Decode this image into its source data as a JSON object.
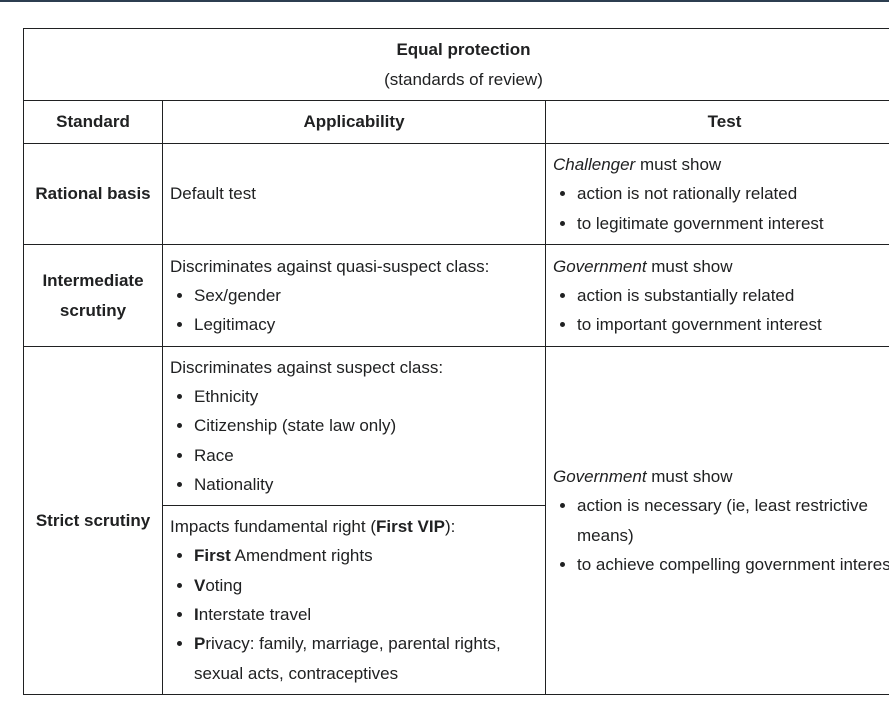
{
  "table": {
    "title": "Equal protection",
    "subtitle": "(standards of review)",
    "headers": [
      "Standard",
      "Applicability",
      "Test"
    ],
    "rows": [
      {
        "standard": "Rational basis",
        "applicability_text": "Default test",
        "test_actor": "Challenger",
        "test_lead": " must show",
        "test_items": [
          "action is not rationally related",
          "to legitimate government interest"
        ]
      },
      {
        "standard": "Intermediate scrutiny",
        "applicability_text": "Discriminates against quasi-suspect class:",
        "applicability_items": [
          "Sex/gender",
          "Legitimacy"
        ],
        "test_actor": "Government",
        "test_lead": " must show",
        "test_items": [
          "action is substantially related",
          "to important government interest"
        ]
      },
      {
        "standard": "Strict scrutiny",
        "applicability_text": "Discriminates against suspect class:",
        "applicability_items": [
          "Ethnicity",
          "Citizenship (state law only)",
          "Race",
          "Nationality"
        ],
        "applicability2_lead": "Impacts fundamental right (",
        "applicability2_bold": "First VIP",
        "applicability2_trail": "):",
        "applicability2_items": [
          {
            "bold": "First",
            "rest": " Amendment rights"
          },
          {
            "bold": "V",
            "rest": "oting"
          },
          {
            "bold": "I",
            "rest": "nterstate travel"
          },
          {
            "bold": "P",
            "rest": "rivacy:  family, marriage, parental rights, sexual acts, contraceptives"
          }
        ],
        "test_actor": "Government",
        "test_lead": " must show",
        "test_items": [
          "action is necessary (ie, least restrictive means)",
          "to achieve compelling government interest"
        ]
      }
    ]
  }
}
